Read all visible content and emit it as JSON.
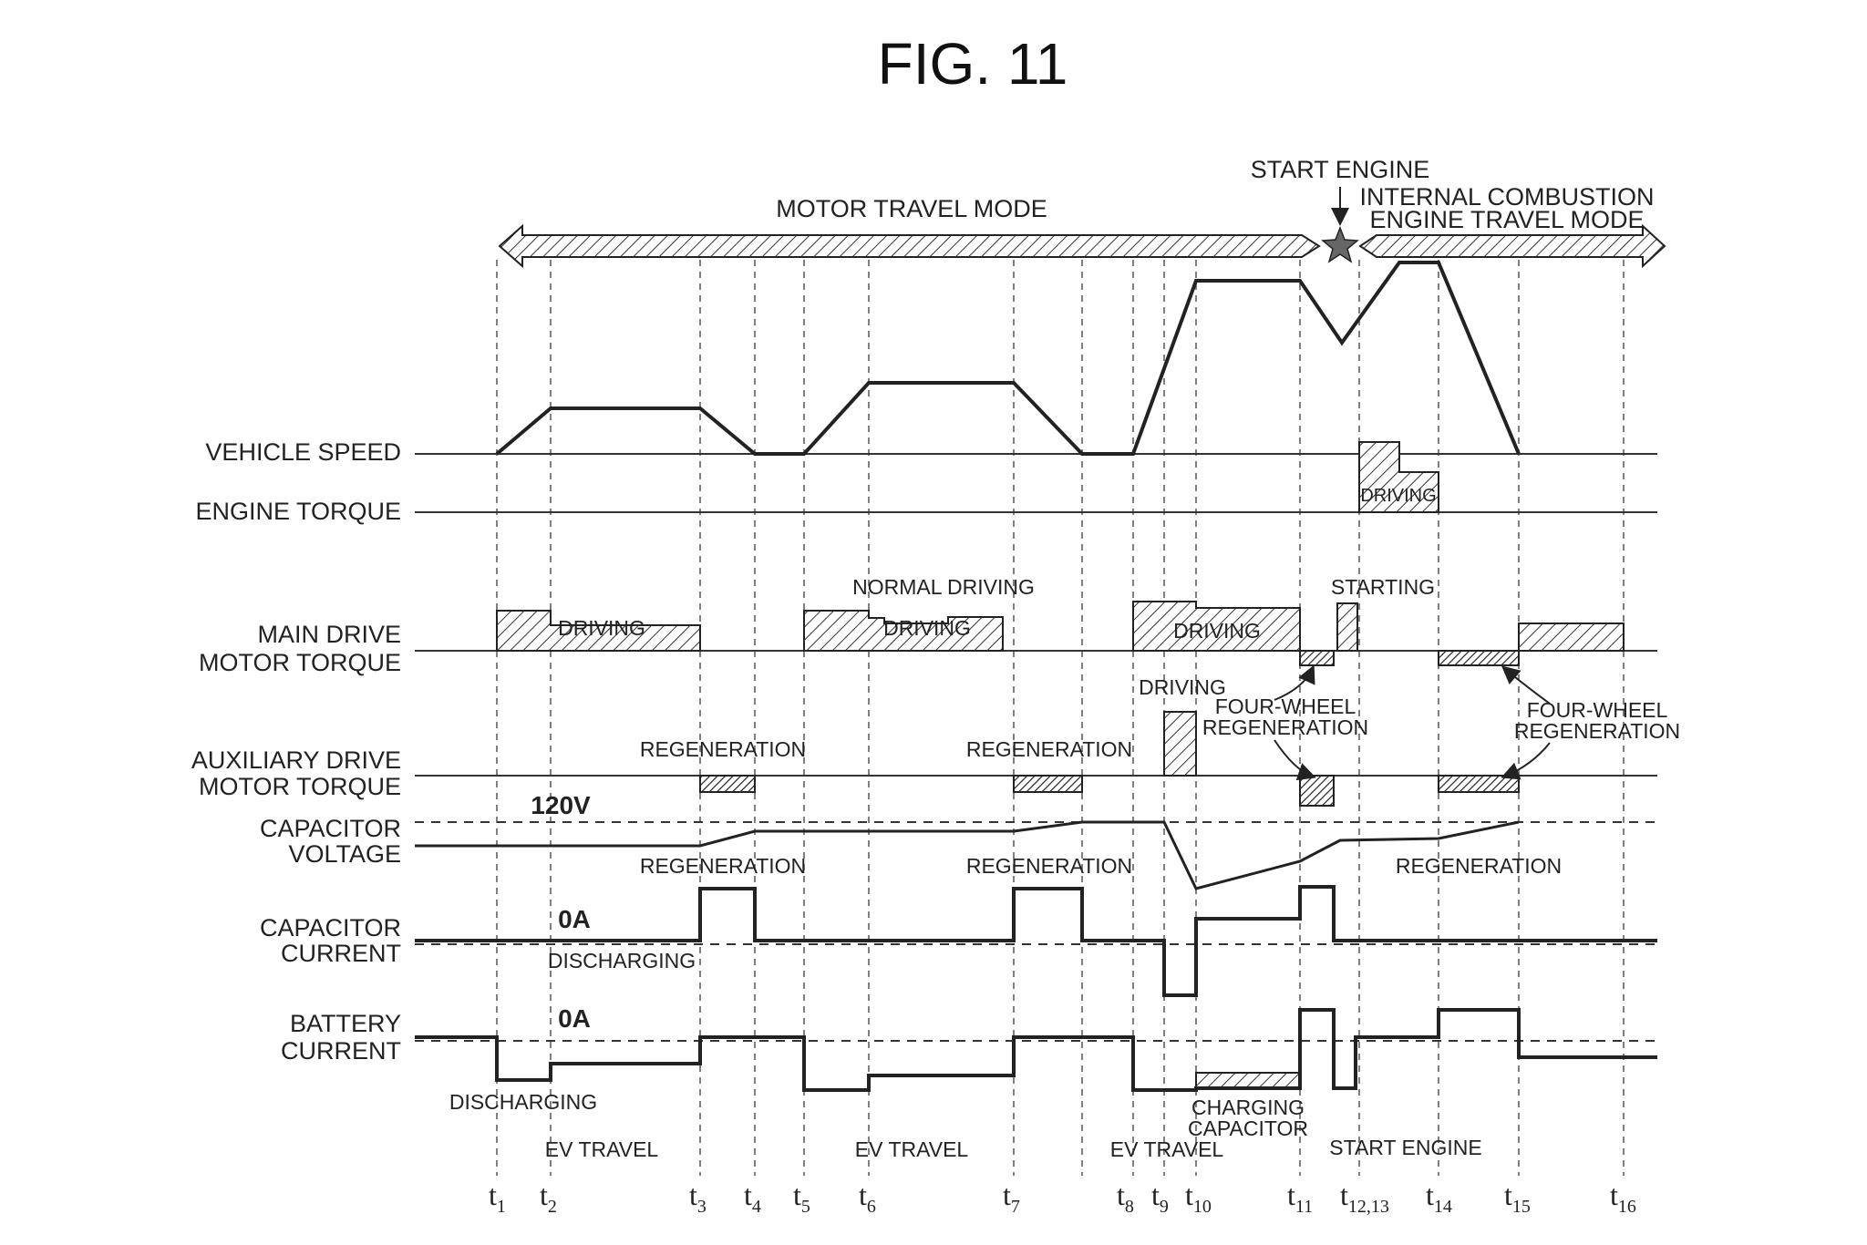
{
  "figure_title": "FIG. 11",
  "modes": {
    "motor_travel": "MOTOR TRAVEL MODE",
    "start_engine": "START ENGINE",
    "ice_line1": "INTERNAL COMBUSTION",
    "ice_line2": "ENGINE TRAVEL MODE"
  },
  "rows": {
    "vehicle_speed": "VEHICLE SPEED",
    "engine_torque": "ENGINE TORQUE",
    "main_drive_1": "MAIN DRIVE",
    "main_drive_2": "MOTOR TORQUE",
    "aux_drive_1": "AUXILIARY DRIVE",
    "aux_drive_2": "MOTOR TORQUE",
    "cap_voltage_1": "CAPACITOR",
    "cap_voltage_2": "VOLTAGE",
    "cap_current_1": "CAPACITOR",
    "cap_current_2": "CURRENT",
    "battery_current_1": "BATTERY",
    "battery_current_2": "CURRENT"
  },
  "annotations": {
    "driving": "DRIVING",
    "normal_driving": "NORMAL DRIVING",
    "starting": "STARTING",
    "regeneration": "REGENERATION",
    "four_wheel_1": "FOUR-WHEEL",
    "four_wheel_2": "REGENERATION",
    "v120": "120V",
    "zero_a": "0A",
    "discharging": "DISCHARGING",
    "charging_1": "CHARGING",
    "charging_2": "CAPACITOR",
    "ev_travel": "EV TRAVEL",
    "start_engine": "START ENGINE"
  },
  "time_markers": [
    {
      "base": "t",
      "sub": "1"
    },
    {
      "base": "t",
      "sub": "2"
    },
    {
      "base": "t",
      "sub": "3"
    },
    {
      "base": "t",
      "sub": "4"
    },
    {
      "base": "t",
      "sub": "5"
    },
    {
      "base": "t",
      "sub": "6"
    },
    {
      "base": "t",
      "sub": "7"
    },
    {
      "base": "t",
      "sub": "8"
    },
    {
      "base": "t",
      "sub": "9"
    },
    {
      "base": "t",
      "sub": "10"
    },
    {
      "base": "t",
      "sub": "11"
    },
    {
      "base": "t",
      "sub": "12,13"
    },
    {
      "base": "t",
      "sub": "14"
    },
    {
      "base": "t",
      "sub": "15"
    },
    {
      "base": "t",
      "sub": "16"
    }
  ]
}
